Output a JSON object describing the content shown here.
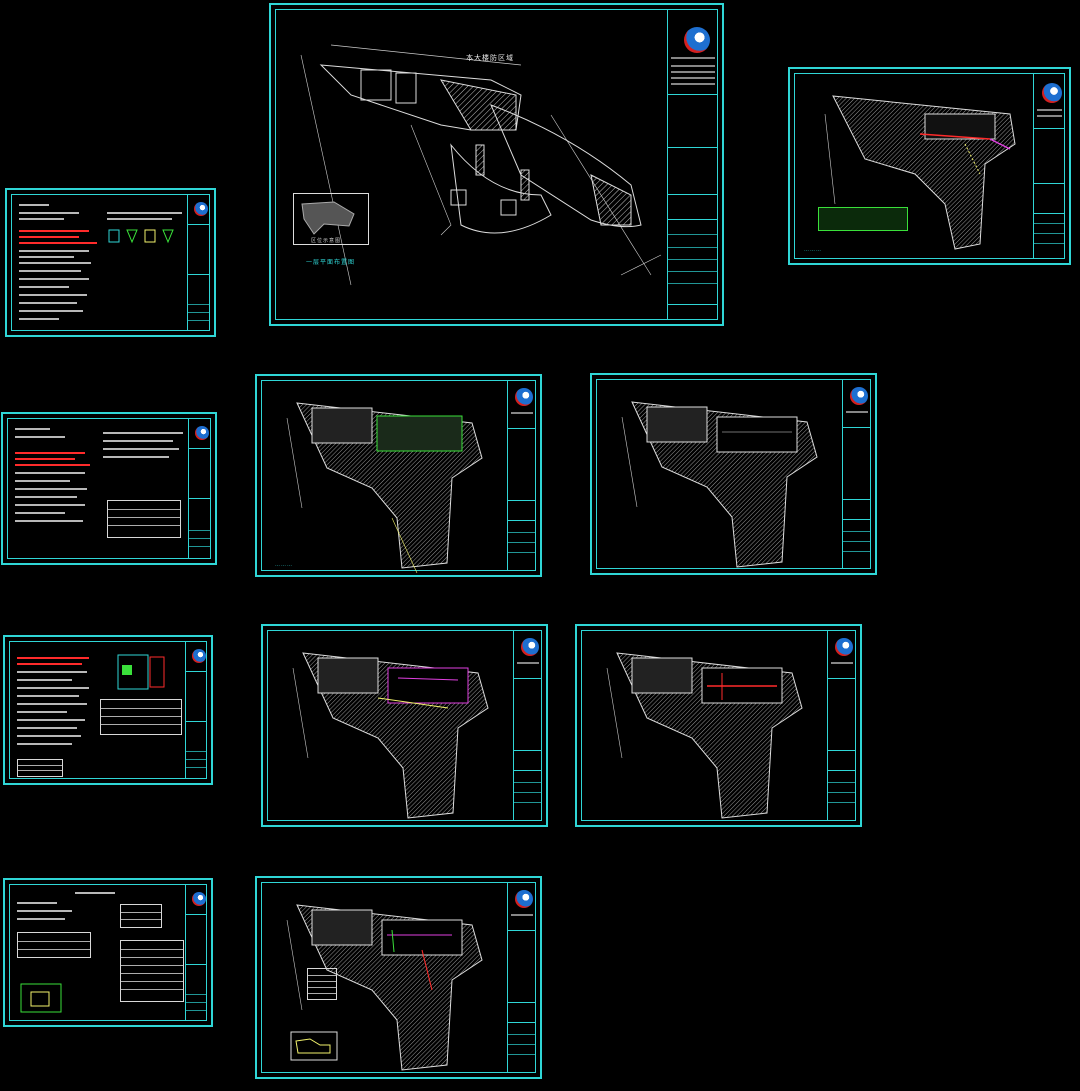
{
  "colors": {
    "frame": "#2fd6d6",
    "background": "#000000",
    "hatch": "#bfbfbf",
    "title": "#f2f26b",
    "red": "#ff2b2b",
    "magenta": "#e040e0",
    "green": "#3ae03a"
  },
  "main_sheet": {
    "zone_label": "本大楼防区域",
    "caption": "一层平面布置图",
    "inset_caption": "区位示意图"
  },
  "sheets": [
    {
      "id": "s1",
      "kind": "notes",
      "icon": "company-logo-icon"
    },
    {
      "id": "s2",
      "kind": "plan-main",
      "icon": "company-logo-icon"
    },
    {
      "id": "s3",
      "kind": "plan",
      "icon": "company-logo-icon"
    },
    {
      "id": "s4",
      "kind": "notes",
      "icon": "company-logo-icon"
    },
    {
      "id": "s5",
      "kind": "plan",
      "icon": "company-logo-icon"
    },
    {
      "id": "s6",
      "kind": "plan",
      "icon": "company-logo-icon"
    },
    {
      "id": "s7",
      "kind": "notes",
      "icon": "company-logo-icon"
    },
    {
      "id": "s8",
      "kind": "plan",
      "icon": "company-logo-icon"
    },
    {
      "id": "s9",
      "kind": "plan",
      "icon": "company-logo-icon"
    },
    {
      "id": "s10",
      "kind": "notes",
      "icon": "company-logo-icon"
    },
    {
      "id": "s11",
      "kind": "plan",
      "icon": "company-logo-icon"
    }
  ]
}
